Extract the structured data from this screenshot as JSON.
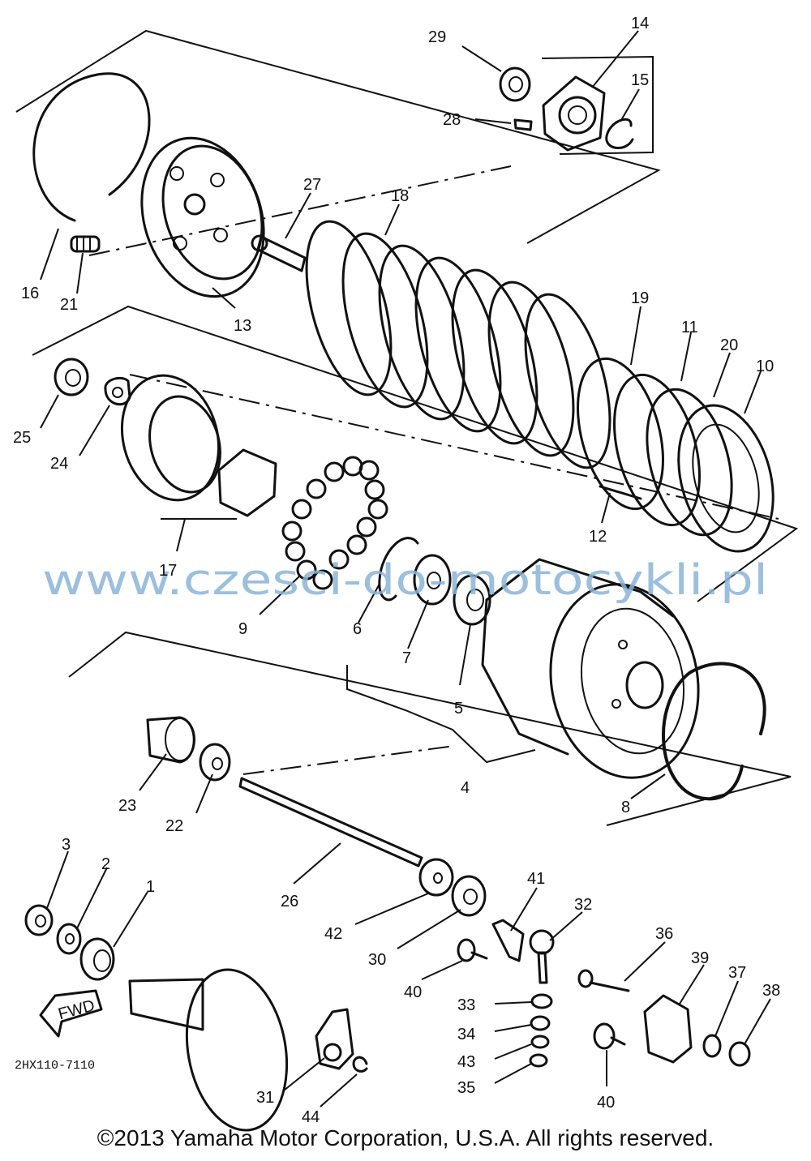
{
  "diagram": {
    "callouts": [
      "1",
      "2",
      "3",
      "4",
      "5",
      "6",
      "7",
      "8",
      "9",
      "10",
      "11",
      "12",
      "13",
      "14",
      "15",
      "16",
      "17",
      "18",
      "19",
      "20",
      "21",
      "22",
      "23",
      "24",
      "25",
      "26",
      "27",
      "28",
      "29",
      "30",
      "31",
      "32",
      "33",
      "34",
      "35",
      "36",
      "37",
      "38",
      "39",
      "40",
      "40",
      "41",
      "42",
      "43",
      "44"
    ],
    "drawing_code": "2HX110-7110",
    "fwd_label": "FWD"
  },
  "watermark": "www.czesci-do-motocykli.pl",
  "copyright": "©2013 Yamaha Motor Corporation, U.S.A. All rights reserved."
}
